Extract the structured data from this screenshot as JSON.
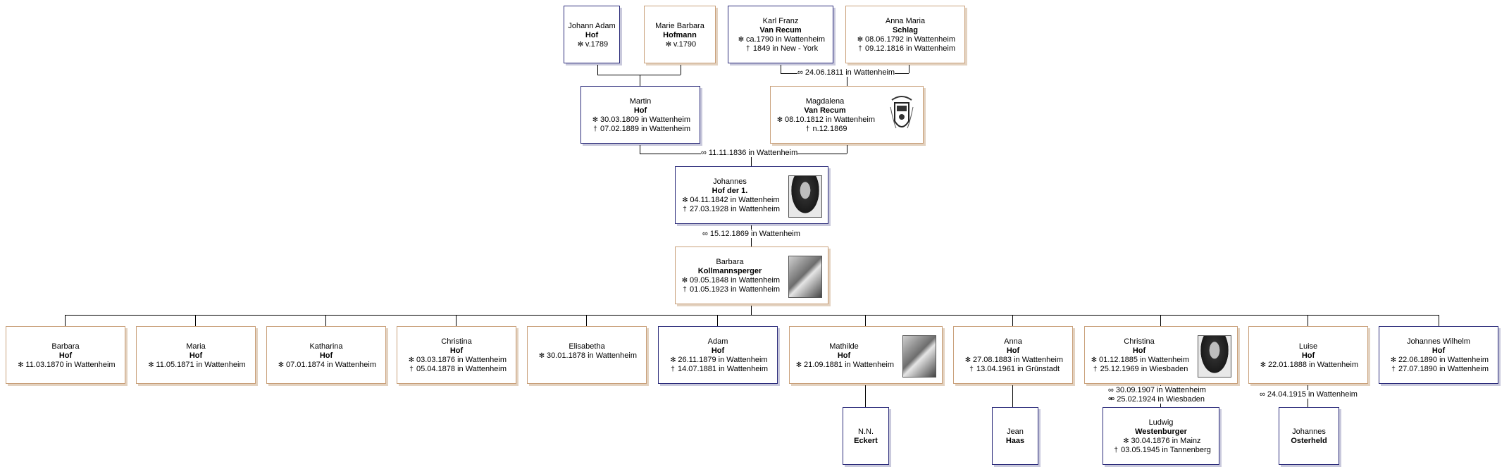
{
  "marriage_symbol": "∞",
  "divorce_symbol": "⚮",
  "birth_symbol": "✻",
  "death_symbol": "†",
  "people": {
    "johann_adam": {
      "given": "Johann Adam",
      "surname": "Hof",
      "events": [
        {
          "type": "birth",
          "text": "v.1789"
        }
      ]
    },
    "marie_barbara": {
      "given": "Marie Barbara",
      "surname": "Hofmann",
      "events": [
        {
          "type": "birth",
          "text": "v.1790"
        }
      ]
    },
    "karl_franz": {
      "given": "Karl Franz",
      "surname": "Van Recum",
      "events": [
        {
          "type": "birth",
          "text": "ca.1790 in Wattenheim"
        },
        {
          "type": "death",
          "text": "1849 in New - York"
        }
      ]
    },
    "anna_maria": {
      "given": "Anna Maria",
      "surname": "Schlag",
      "events": [
        {
          "type": "birth",
          "text": "08.06.1792 in Wattenheim"
        },
        {
          "type": "death",
          "text": "09.12.1816 in Wattenheim"
        }
      ]
    },
    "martin": {
      "given": "Martin",
      "surname": "Hof",
      "events": [
        {
          "type": "birth",
          "text": "30.03.1809 in Wattenheim"
        },
        {
          "type": "death",
          "text": "07.02.1889 in Wattenheim"
        }
      ]
    },
    "magdalena": {
      "given": "Magdalena",
      "surname": "Van Recum",
      "events": [
        {
          "type": "birth",
          "text": "08.10.1812 in Wattenheim"
        },
        {
          "type": "death",
          "text": "n.12.1869"
        }
      ]
    },
    "johannes": {
      "given": "Johannes",
      "surname": "Hof der 1.",
      "events": [
        {
          "type": "birth",
          "text": "04.11.1842 in Wattenheim"
        },
        {
          "type": "death",
          "text": "27.03.1928 in Wattenheim"
        }
      ]
    },
    "barbara_k": {
      "given": "Barbara",
      "surname": "Kollmannsperger",
      "events": [
        {
          "type": "birth",
          "text": "09.05.1848 in Wattenheim"
        },
        {
          "type": "death",
          "text": "01.05.1923 in Wattenheim"
        }
      ]
    },
    "c_barbara": {
      "given": "Barbara",
      "surname": "Hof",
      "events": [
        {
          "type": "birth",
          "text": "11.03.1870 in Wattenheim"
        }
      ]
    },
    "c_maria": {
      "given": "Maria",
      "surname": "Hof",
      "events": [
        {
          "type": "birth",
          "text": "11.05.1871 in Wattenheim"
        }
      ]
    },
    "c_katharina": {
      "given": "Katharina",
      "surname": "Hof",
      "events": [
        {
          "type": "birth",
          "text": "07.01.1874 in Wattenheim"
        }
      ]
    },
    "c_christina1": {
      "given": "Christina",
      "surname": "Hof",
      "events": [
        {
          "type": "birth",
          "text": "03.03.1876 in Wattenheim"
        },
        {
          "type": "death",
          "text": "05.04.1878 in Wattenheim"
        }
      ]
    },
    "c_elisabetha": {
      "given": "Elisabetha",
      "surname": "",
      "events": [
        {
          "type": "birth",
          "text": "30.01.1878 in Wattenheim"
        }
      ]
    },
    "c_adam": {
      "given": "Adam",
      "surname": "Hof",
      "events": [
        {
          "type": "birth",
          "text": "26.11.1879 in Wattenheim"
        },
        {
          "type": "death",
          "text": "14.07.1881 in Wattenheim"
        }
      ]
    },
    "c_mathilde": {
      "given": "Mathilde",
      "surname": "Hof",
      "events": [
        {
          "type": "birth",
          "text": "21.09.1881 in Wattenheim"
        }
      ]
    },
    "c_anna": {
      "given": "Anna",
      "surname": "Hof",
      "events": [
        {
          "type": "birth",
          "text": "27.08.1883 in Wattenheim"
        },
        {
          "type": "death",
          "text": "13.04.1961 in Grünstadt"
        }
      ]
    },
    "c_christina2": {
      "given": "Christina",
      "surname": "Hof",
      "events": [
        {
          "type": "birth",
          "text": "01.12.1885 in Wattenheim"
        },
        {
          "type": "death",
          "text": "25.12.1969 in Wiesbaden"
        }
      ]
    },
    "c_luise": {
      "given": "Luise",
      "surname": "Hof",
      "events": [
        {
          "type": "birth",
          "text": "22.01.1888 in Wattenheim"
        }
      ]
    },
    "c_johannes_wilhelm": {
      "given": "Johannes Wilhelm",
      "surname": "Hof",
      "events": [
        {
          "type": "birth",
          "text": "22.06.1890 in Wattenheim"
        },
        {
          "type": "death",
          "text": "27.07.1890 in Wattenheim"
        }
      ]
    },
    "s_eckert": {
      "given": "N.N.",
      "surname": "Eckert",
      "events": []
    },
    "s_haas": {
      "given": "Jean",
      "surname": "Haas",
      "events": []
    },
    "s_westenburger": {
      "given": "Ludwig",
      "surname": "Westenburger",
      "events": [
        {
          "type": "birth",
          "text": "30.04.1876 in Mainz"
        },
        {
          "type": "death",
          "text": "03.05.1945 in Tannenberg"
        }
      ]
    },
    "s_osterheld": {
      "given": "Johannes",
      "surname": "Osterheld",
      "events": []
    }
  },
  "marriages": {
    "karl_anna": "24.06.1811 in Wattenheim",
    "martin_magdalena": "11.11.1836 in Wattenheim",
    "johannes_barbara": "15.12.1869 in Wattenheim",
    "christina_ludwig": "30.09.1907 in Wattenheim",
    "christina_ludwig_divorce": "25.02.1924 in Wiesbaden",
    "luise_johannes": "24.04.1915 in Wattenheim"
  }
}
